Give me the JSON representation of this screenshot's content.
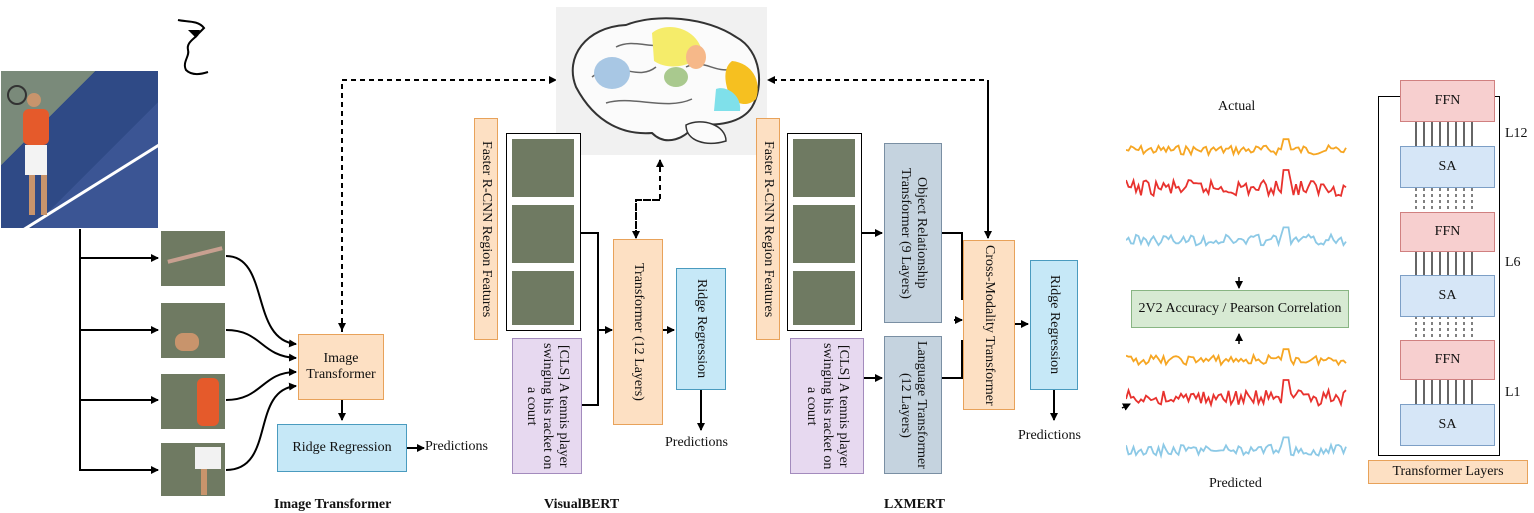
{
  "image_transformer": {
    "transformer": "Image Transformer",
    "ridge": "Ridge Regression",
    "predictions": "Predictions",
    "title": "Image Transformer"
  },
  "visualbert": {
    "region_features": "Faster R-CNN Region Features",
    "caption": "[CLS] A tennis player swinging his racket on a court",
    "transformer": "Transformer (12 Layers)",
    "ridge": "Ridge Regression",
    "predictions": "Predictions",
    "title": "VisualBERT"
  },
  "lxmert": {
    "region_features": "Faster R-CNN Region Features",
    "caption": "[CLS] A tennis player swinging his racket on a court",
    "object_transformer": "Object Relationship Transformer (9 Layers)",
    "language_transformer": "Language Transformer (12 Layers)",
    "cross_modality": "Cross-Modality Transformer",
    "ridge": "Ridge Regression",
    "predictions": "Predictions",
    "title": "LXMERT"
  },
  "evaluation": {
    "actual": "Actual",
    "metric": "2V2 Accuracy / Pearson Correlation",
    "predicted": "Predicted",
    "colors": {
      "orange": "#f6a623",
      "red": "#e8322e",
      "blue": "#8cc9e6"
    }
  },
  "layers": {
    "labels": [
      "FFN",
      "SA",
      "FFN",
      "SA",
      "FFN",
      "SA"
    ],
    "l12": "L12",
    "l6": "L6",
    "l1": "L1",
    "caption": "Transformer Layers"
  }
}
